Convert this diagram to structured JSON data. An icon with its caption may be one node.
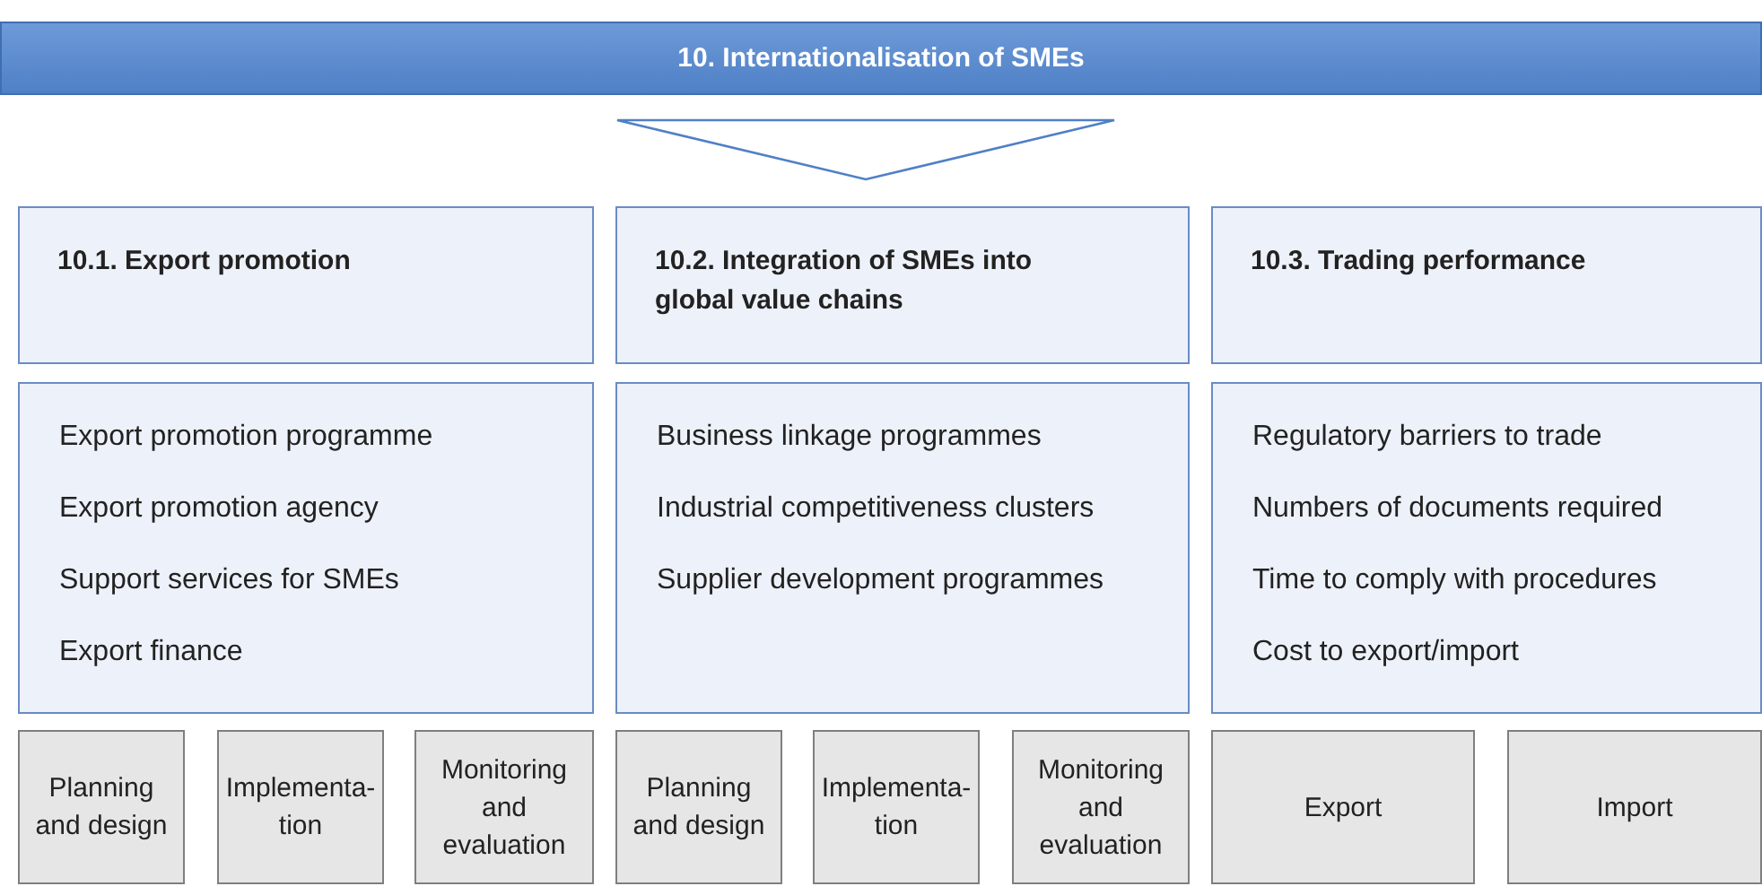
{
  "diagram": {
    "nodes": [
      {
        "text": [
          "10.  Internationalisation of SMEs"
        ]
      },
      {
        "text": [],
        "shape": "triangle"
      },
      {
        "text": [
          "10.1. Export promotion"
        ]
      },
      {
        "text": [
          "10.2. Integration of SMEs into global value chains"
        ]
      },
      {
        "text": [
          "10.3. Trading performance"
        ]
      },
      {
        "text": [
          "Export promotion programme",
          "Export promotion agency",
          "Support services for SMEs",
          "Export finance"
        ]
      },
      {
        "text": [
          "Business linkage programmes",
          "Industrial competitiveness clusters",
          "Supplier development programmes"
        ]
      },
      {
        "text": [
          "Regulatory barriers to trade",
          "Numbers of documents required",
          "Time to comply with procedures",
          "Cost to export/import"
        ]
      },
      {
        "text": [
          "Planning and design"
        ]
      },
      {
        "text": [
          "Implementa- tion"
        ]
      },
      {
        "text": [
          "Monitoring and evaluation"
        ]
      },
      {
        "text": [
          "Planning and design"
        ]
      },
      {
        "text": [
          "Implementa- tion"
        ]
      },
      {
        "text": [
          "Monitoring and evaluation"
        ]
      },
      {
        "text": [
          "Export"
        ]
      },
      {
        "text": [
          "Import"
        ]
      }
    ]
  }
}
